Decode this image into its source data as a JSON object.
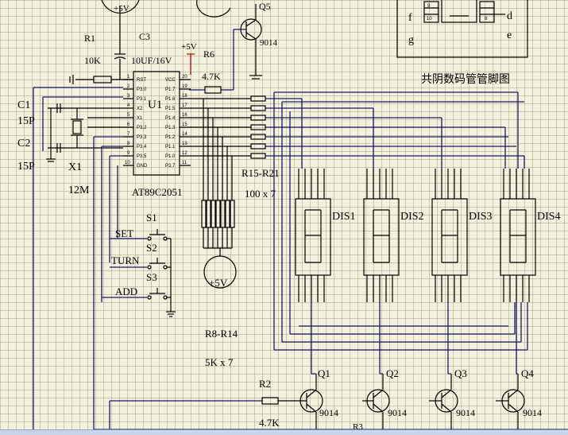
{
  "labels": {
    "r1": "R1",
    "r1_value": "10K",
    "c3": "C3",
    "c3_value": "10UF/16V",
    "vcc_top": "+5V",
    "vcc_mid": "+5V",
    "vcc_pullup": "+5V",
    "r6": "R6",
    "r6_value": "4.7K",
    "q5": "Q5",
    "q5_type": "9014",
    "c1": "C1",
    "c1_value": "15P",
    "c2": "C2",
    "c2_value": "15P",
    "x1": "X1",
    "x1_value": "12M",
    "u1": "U1",
    "u1_part": "AT89C2051",
    "s1": "S1",
    "s2": "S2",
    "s3": "S3",
    "set": "SET",
    "turn": "TURN",
    "add": "ADD",
    "r15_r21": "R15-R21",
    "r15_r21_value": "100 x 7",
    "r8_r14": "R8-R14",
    "r8_r14_value": "5K x 7",
    "dis1": "DIS1",
    "dis2": "DIS2",
    "dis3": "DIS3",
    "dis4": "DIS4",
    "r2": "R2",
    "r2_value": "4.7K",
    "q1": "Q1",
    "q2": "Q2",
    "q3": "Q3",
    "q4": "Q4",
    "transistor_type": "9014",
    "r3_partial": "R3",
    "pinout_caption": "共阴数码管管脚图",
    "pinout_f": "f",
    "pinout_g": "g",
    "pinout_d": "d",
    "pinout_e": "e",
    "pinout_pin9": "9",
    "pinout_pin10": "10",
    "pinout_pin8": "8"
  },
  "u1_pins_left": [
    "RST",
    "P3.0",
    "P3.1",
    "X2",
    "X1",
    "P3.2",
    "P3.3",
    "P3.4",
    "P3.5",
    "GND"
  ],
  "u1_pins_right": [
    "VCC",
    "P1.7",
    "P1.6",
    "P1.5",
    "P1.4",
    "P1.3",
    "P1.2",
    "P1.1",
    "P1.0",
    "P3.7"
  ],
  "u1_pin_numbers_left": [
    "1",
    "2",
    "3",
    "4",
    "5",
    "6",
    "7",
    "8",
    "9",
    "10"
  ],
  "u1_pin_numbers_right": [
    "20",
    "19",
    "18",
    "17",
    "16",
    "15",
    "14",
    "13",
    "12",
    "11"
  ],
  "colors": {
    "grid_bg": "#f4f2df",
    "wire": "#1a1a66",
    "component": "#000000",
    "accent": "#b00000"
  }
}
